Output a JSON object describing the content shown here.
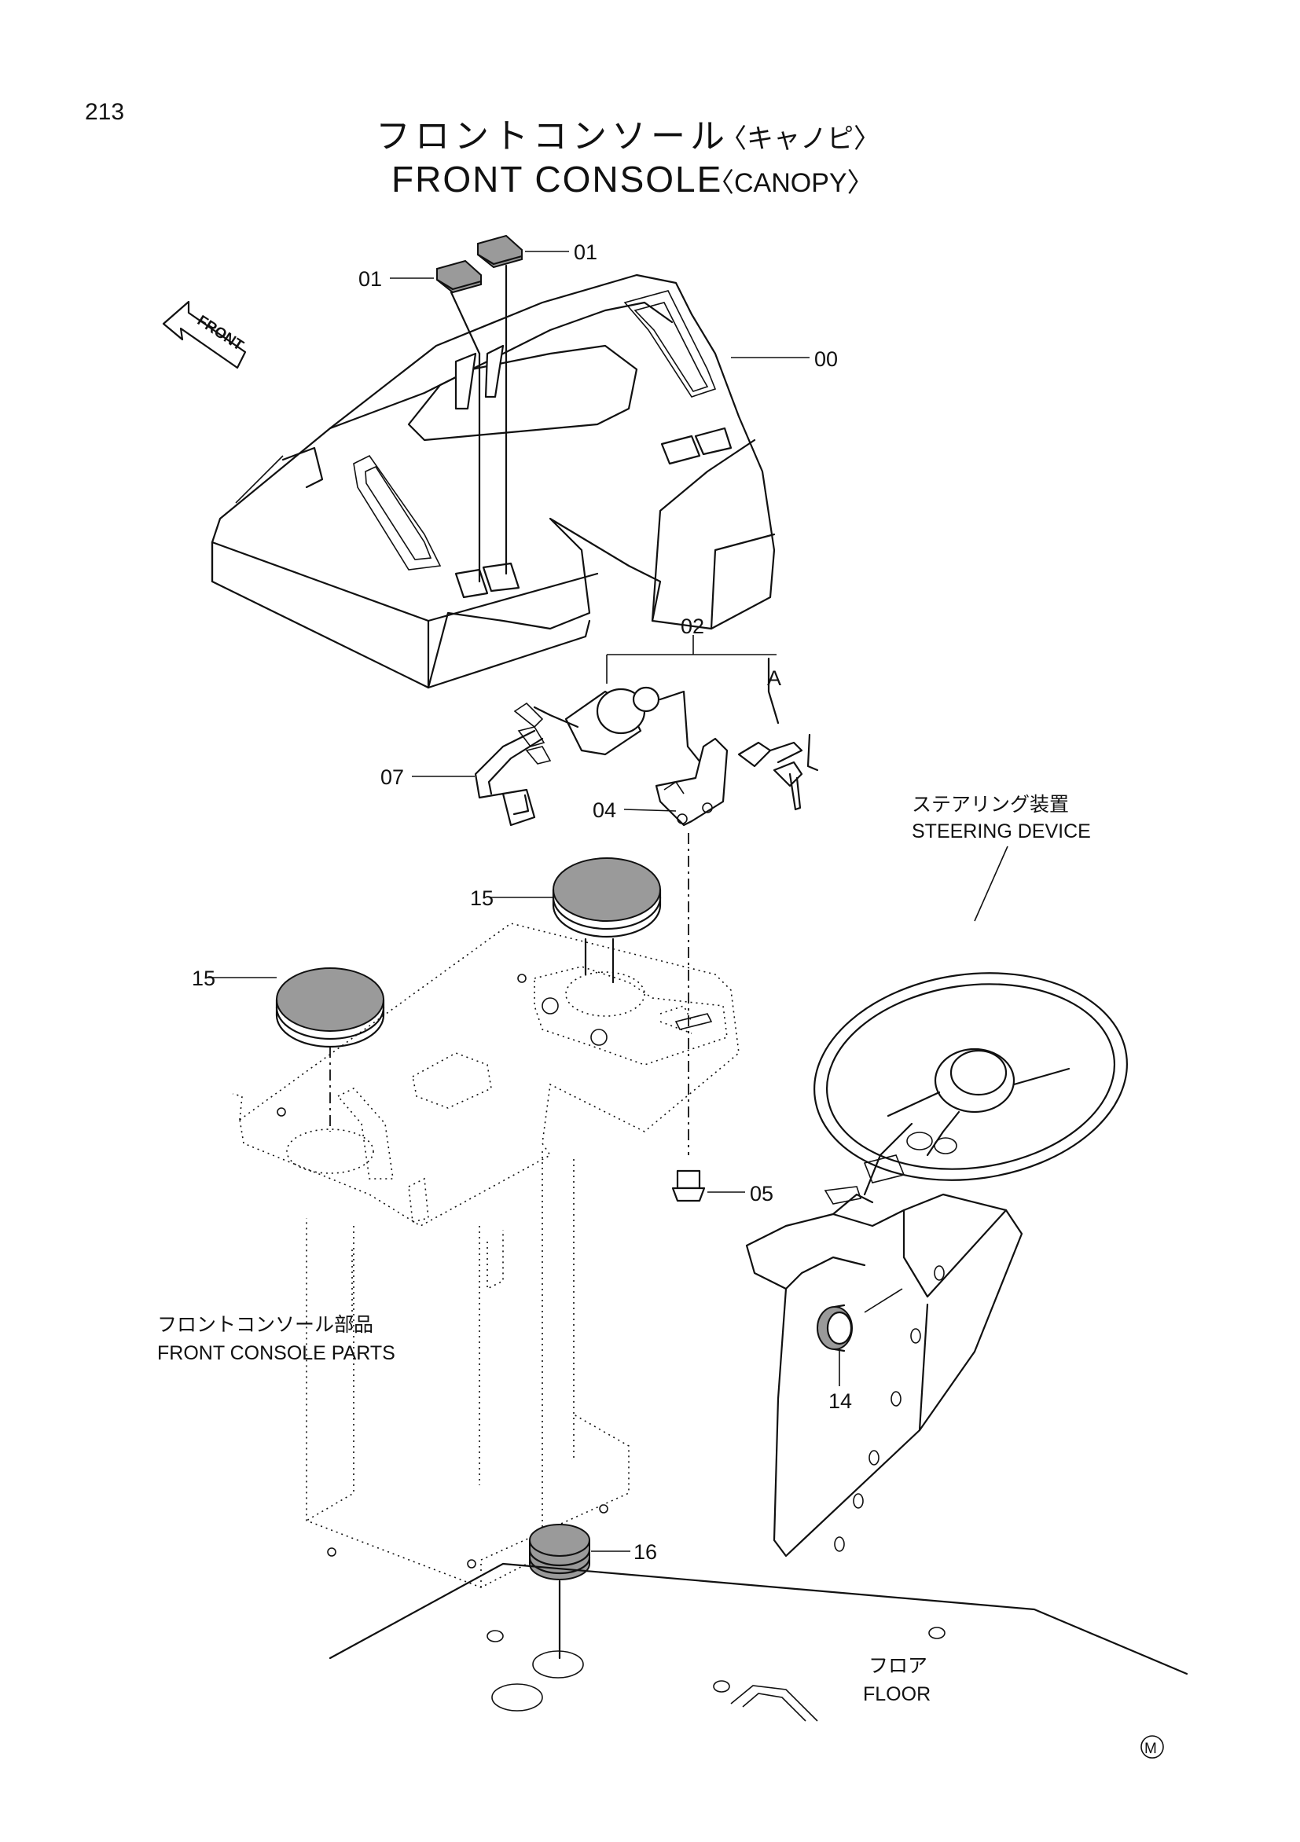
{
  "page_number": "213",
  "title": {
    "jp": "フロントコンソール",
    "jp_sub": "〈キャノピ〉",
    "en": "FRONT CONSOLE",
    "en_sub": "〈CANOPY〉"
  },
  "front_arrow": "FRONT",
  "callouts": {
    "p01a": "01",
    "p01b": "01",
    "p00": "00",
    "p02": "02",
    "pA": "A",
    "p07": "07",
    "p04": "04",
    "p15a": "15",
    "p15b": "15",
    "p05": "05",
    "p14": "14",
    "p16": "16"
  },
  "captions": {
    "steering_jp": "ステアリング装置",
    "steering_en": "STEERING DEVICE",
    "parts_jp": "フロントコンソール部品",
    "parts_en": "FRONT CONSOLE PARTS",
    "floor_jp": "フロア",
    "floor_en": "FLOOR"
  },
  "corner_mark": "M"
}
